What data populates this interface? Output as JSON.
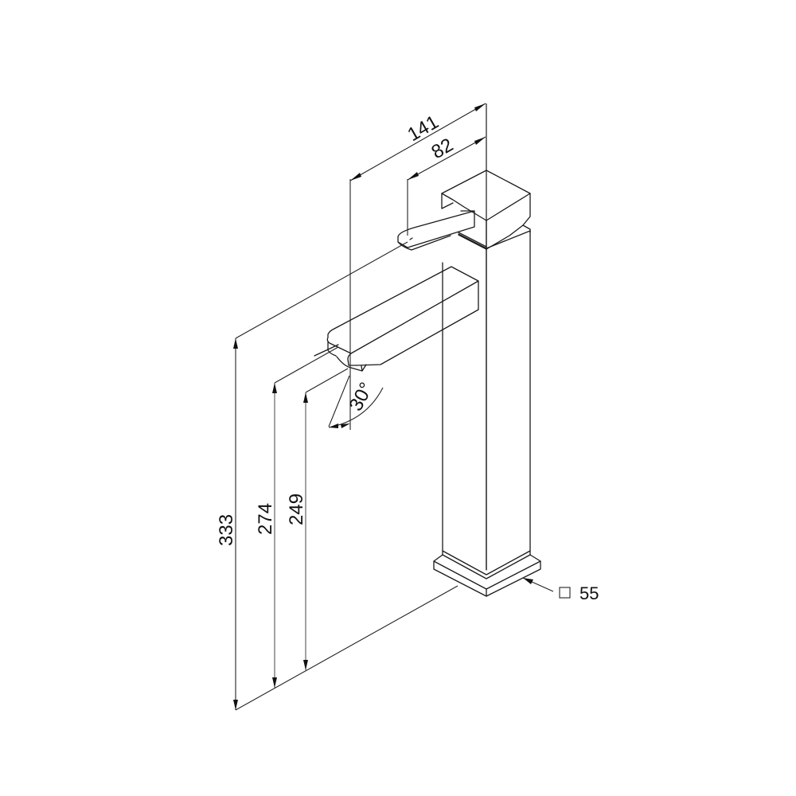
{
  "drawing": {
    "subject": "Tall single-lever basin mixer faucet (isometric technical drawing)",
    "units": "mm",
    "line_color": "#1a1a1a",
    "background": "#ffffff"
  },
  "dimensions": {
    "overall_depth": "141",
    "handle_depth": "82",
    "spout_angle": "30°",
    "overall_height": "333",
    "spout_height": "274",
    "outlet_height": "249",
    "base_square": "55",
    "base_square_symbol": "□"
  }
}
